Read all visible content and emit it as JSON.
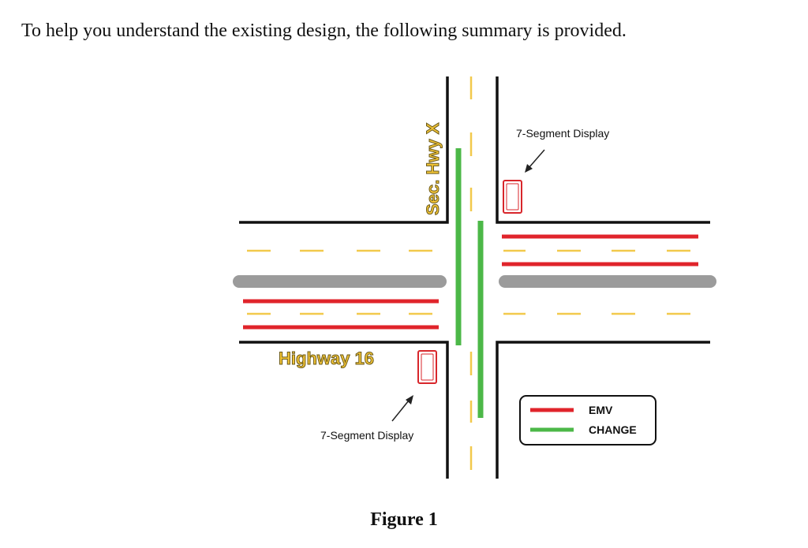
{
  "intro_text": "To help you understand the existing design, the following summary is provided.",
  "figure_caption": "Figure 1",
  "diagram": {
    "road_labels": {
      "vertical": "Sec. Hwy X",
      "horizontal": "Highway 16"
    },
    "display_label_top": "7-Segment Display",
    "display_label_bottom": "7-Segment Display",
    "legend": {
      "items": [
        {
          "label": "EMV",
          "color": "#e0242b"
        },
        {
          "label": "CHANGE",
          "color": "#4cb848"
        }
      ]
    },
    "colors": {
      "curb": "#111111",
      "lane_marking": "#f2c94c",
      "median": "#9b9b9b",
      "emv": "#e0242b",
      "change": "#4cb848",
      "display_outline": "#d8262b",
      "road_label_fill": "#f2c437",
      "road_label_stroke": "#6b5a1a"
    }
  }
}
